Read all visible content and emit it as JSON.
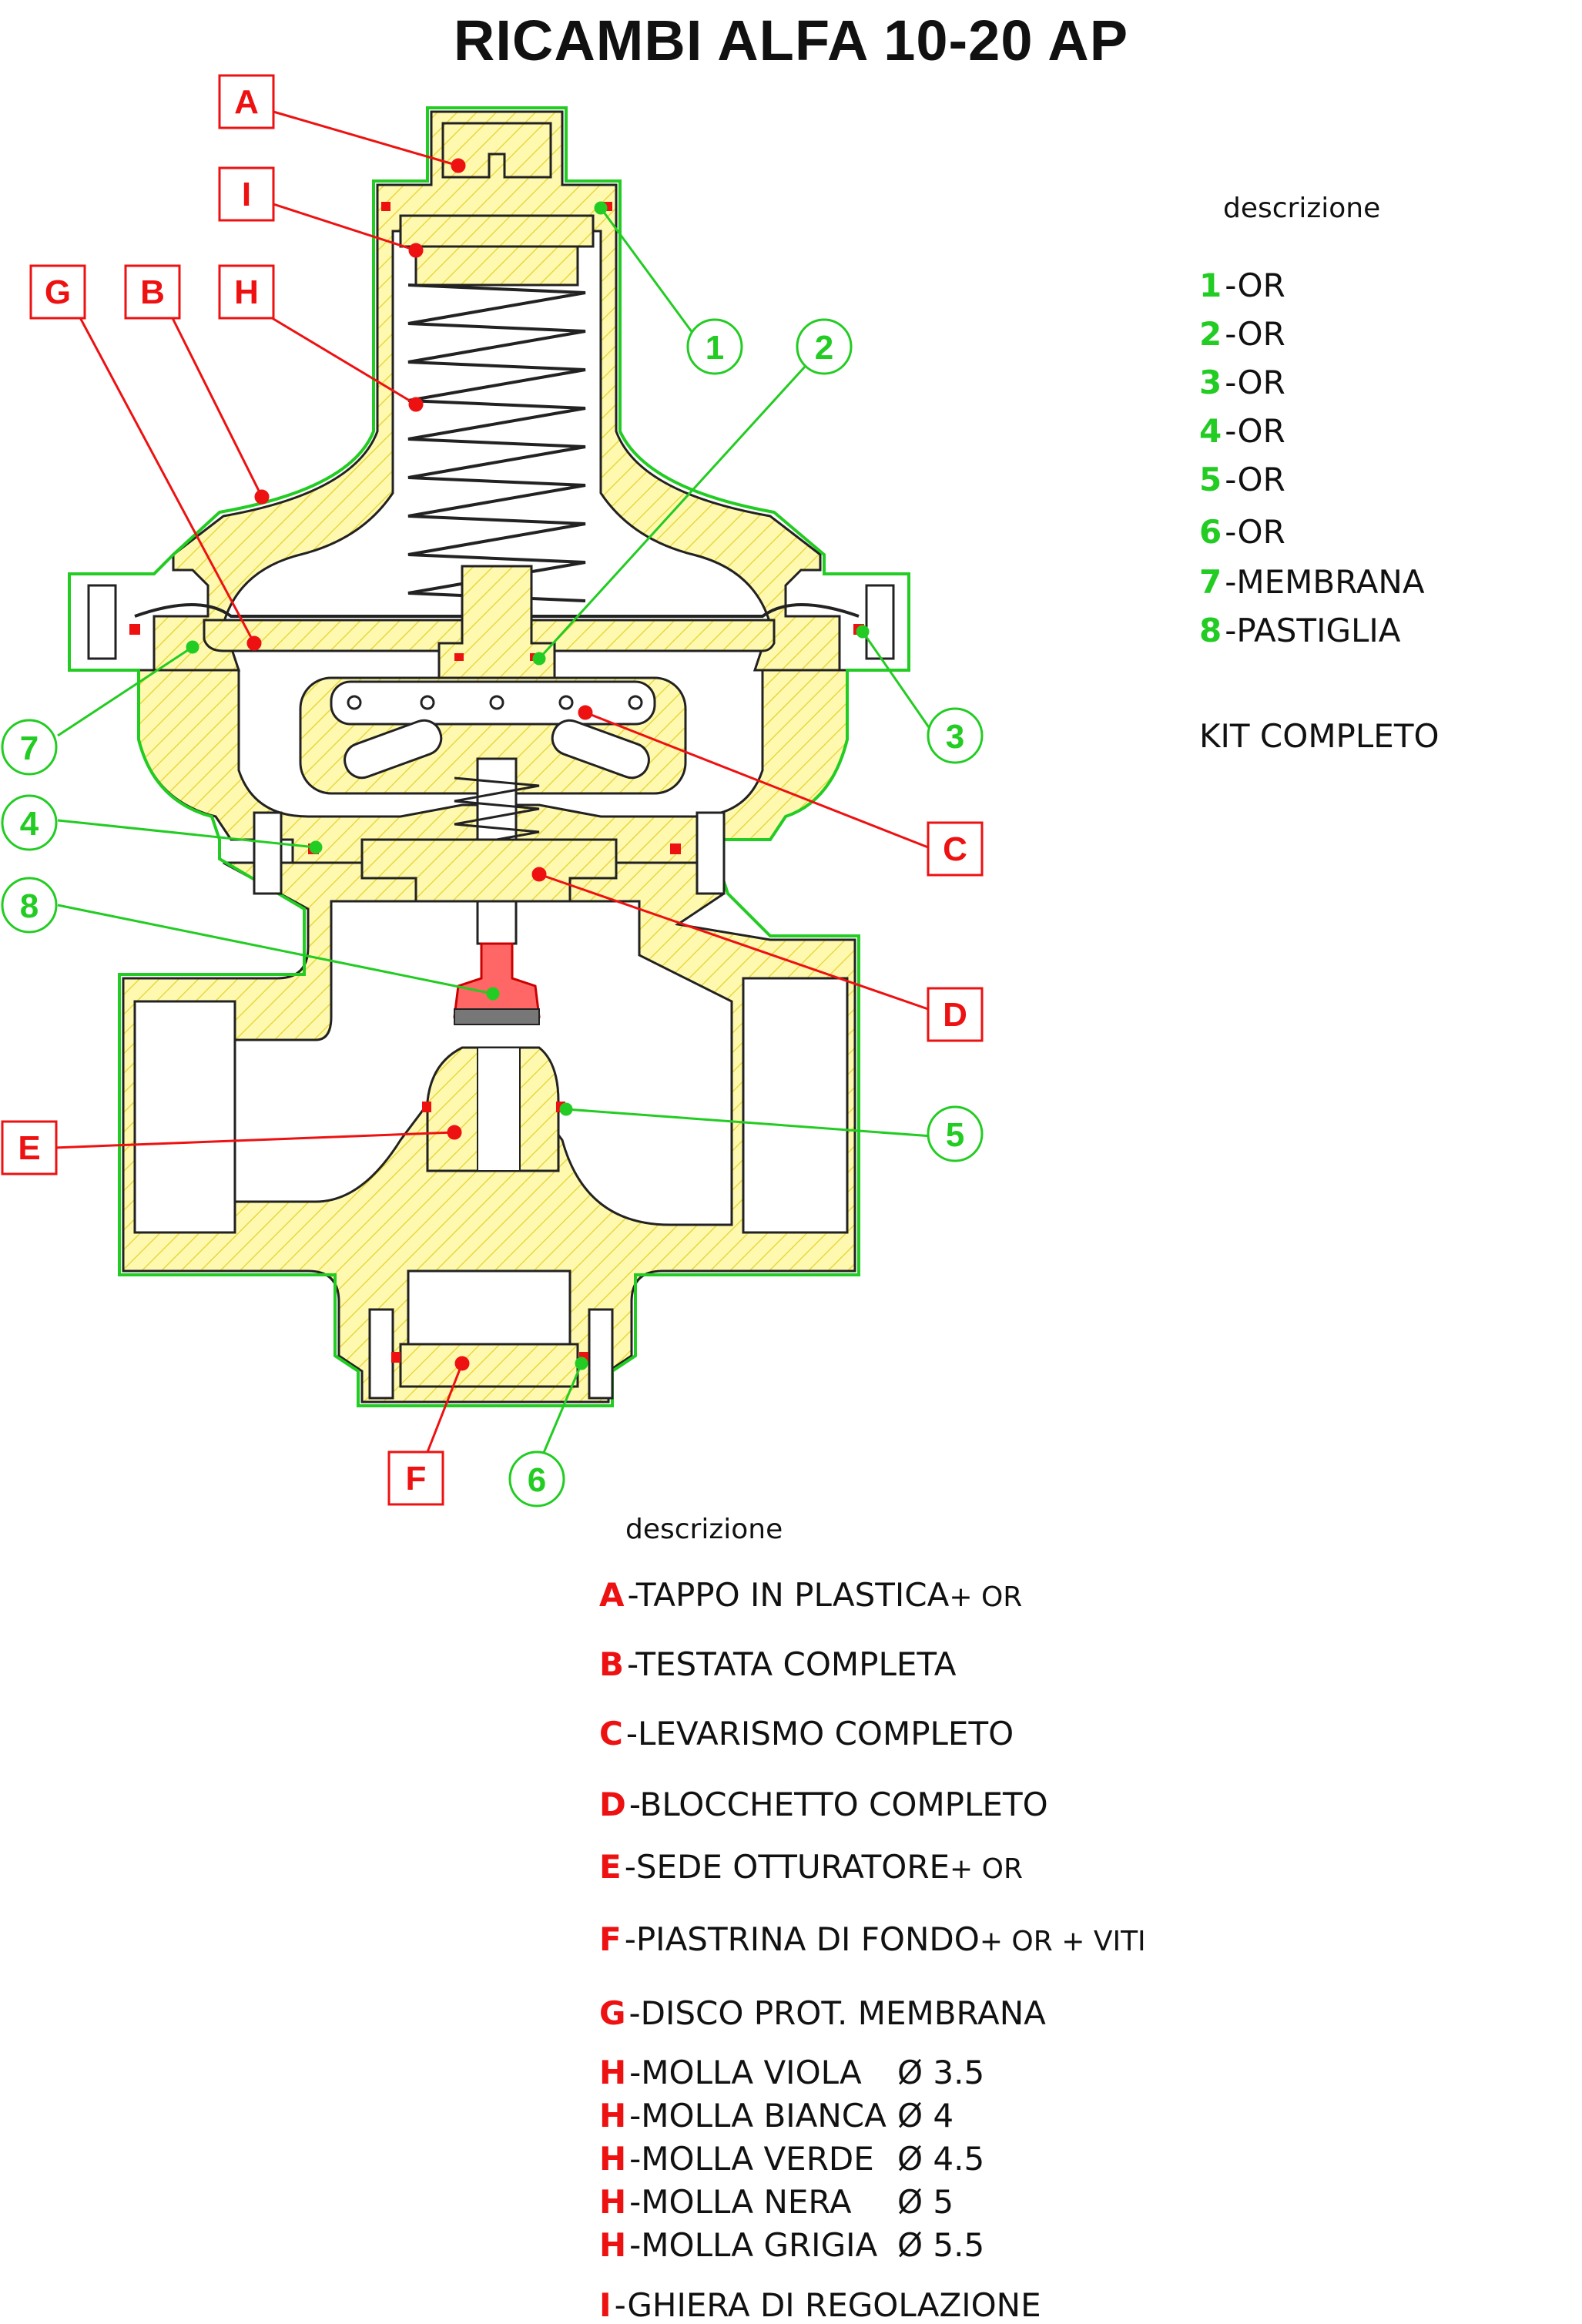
{
  "title": "RICAMBI ALFA 10-20 AP",
  "colors": {
    "red": "#ee1111",
    "green": "#22cc22",
    "hatch_fill": "#fff9b0",
    "hatch_line": "#e8d840",
    "outline": "#222222"
  },
  "diagram": {
    "letter_tags": [
      "A",
      "I",
      "G",
      "B",
      "H",
      "C",
      "D",
      "E",
      "F"
    ],
    "number_tags": [
      "1",
      "2",
      "3",
      "4",
      "5",
      "6",
      "7",
      "8"
    ]
  },
  "kit_list": {
    "header": "descrizione",
    "items": [
      {
        "code": "1",
        "label": "-OR"
      },
      {
        "code": "2",
        "label": "-OR"
      },
      {
        "code": "3",
        "label": "-OR"
      },
      {
        "code": "4",
        "label": "-OR"
      },
      {
        "code": "5",
        "label": "-OR"
      },
      {
        "code": "6",
        "label": "-OR"
      },
      {
        "code": "7",
        "label": "-MEMBRANA"
      },
      {
        "code": "8",
        "label": "-PASTIGLIA"
      }
    ],
    "footer": "KIT COMPLETO"
  },
  "parts_list": {
    "header": "descrizione",
    "items": [
      {
        "code": "A",
        "label": "-TAPPO IN PLASTICA",
        "extra": " + OR"
      },
      {
        "code": "B",
        "label": "-TESTATA COMPLETA",
        "extra": ""
      },
      {
        "code": "C",
        "label": "-LEVARISMO COMPLETO",
        "extra": ""
      },
      {
        "code": "D",
        "label": "-BLOCCHETTO COMPLETO",
        "extra": ""
      },
      {
        "code": "E",
        "label": "-SEDE OTTURATORE",
        "extra": " + OR"
      },
      {
        "code": "F",
        "label": "-PIASTRINA DI FONDO",
        "extra": " + OR + VITI"
      },
      {
        "code": "G",
        "label": "-DISCO PROT. MEMBRANA",
        "extra": ""
      }
    ],
    "springs": [
      {
        "code": "H",
        "label": "-MOLLA VIOLA",
        "dia": "Ø 3.5"
      },
      {
        "code": "H",
        "label": "-MOLLA BIANCA",
        "dia": "Ø 4"
      },
      {
        "code": "H",
        "label": "-MOLLA VERDE",
        "dia": "Ø 4.5"
      },
      {
        "code": "H",
        "label": "-MOLLA NERA",
        "dia": "Ø 5"
      },
      {
        "code": "H",
        "label": "-MOLLA GRIGIA",
        "dia": "Ø 5.5"
      }
    ],
    "last": {
      "code": "I",
      "label": "-GHIERA DI REGOLAZIONE"
    }
  }
}
